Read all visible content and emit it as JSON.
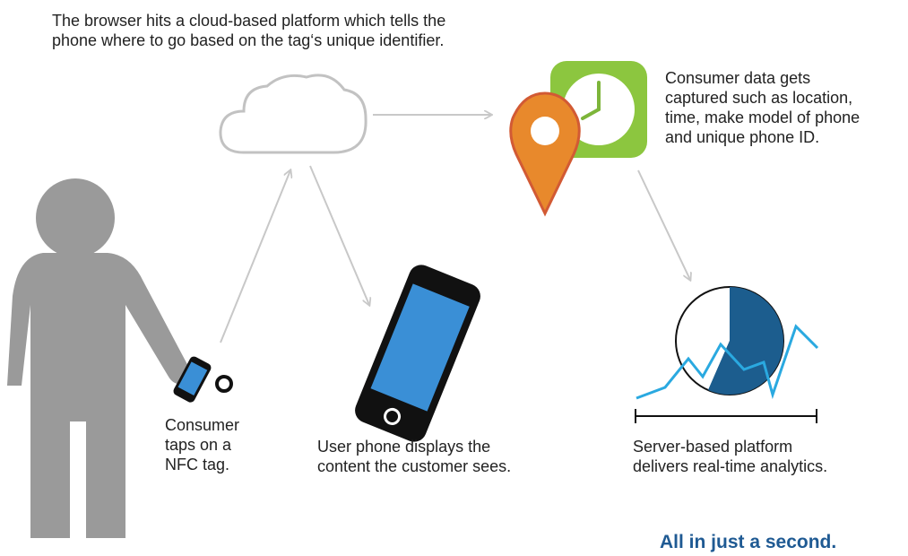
{
  "captions": {
    "cloud": "The  browser hits a cloud-based platform which tells the\nphone where to go based on the tag‘s unique identifier.",
    "data_capture": "Consumer data gets\ncaptured such as location,\ntime, make model of phone\nand unique phone ID.",
    "tap": "Consumer\ntaps on a\nNFC tag.",
    "phone_display": "User phone displays the\ncontent the customer sees.",
    "analytics": "Server-based platform\ndelivers real-time analytics."
  },
  "tagline": "All in just a second.",
  "colors": {
    "person": "#9a9a9a",
    "cloud_stroke": "#c2c2c2",
    "arrow": "#c8c8c8",
    "phone_body": "#111111",
    "phone_screen": "#3a8fd6",
    "pin": "#e8892c",
    "pin_outline": "#d25a34",
    "clock_tile": "#8cc63f",
    "clock_hands": "#7db53a",
    "pie_dark": "#1c5d8e",
    "line_light": "#2aa9e0",
    "tagline": "#1f5a93"
  },
  "icons": [
    "person-icon",
    "nfc-phone-icon",
    "nfc-tag-icon",
    "cloud-icon",
    "location-pin-icon",
    "clock-icon",
    "smartphone-icon",
    "analytics-chart-icon"
  ]
}
